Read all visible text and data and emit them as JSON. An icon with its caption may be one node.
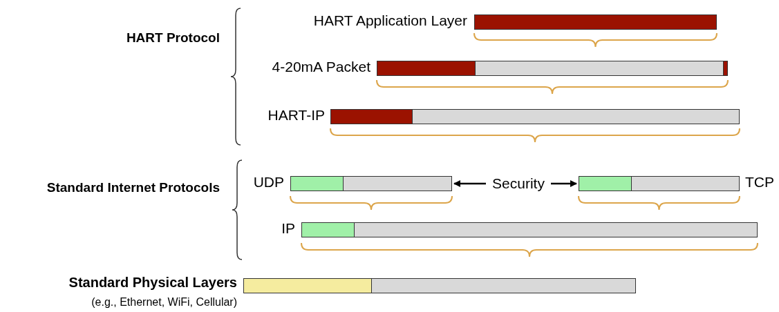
{
  "diagram": {
    "nodes": [
      {
        "text": [
          "HART Application Layer"
        ]
      },
      {
        "text": [
          "4-20mA Packet"
        ]
      },
      {
        "text": [
          "HART-IP"
        ]
      },
      {
        "text": [
          "UDP"
        ]
      },
      {
        "text": [
          "Security"
        ]
      },
      {
        "text": [
          "TCP"
        ]
      },
      {
        "text": [
          "IP"
        ]
      },
      {
        "text": [
          "Standard Physical Layers",
          "(e.g., Ethernet, WiFi, Cellular)"
        ]
      }
    ],
    "edges": [
      {
        "from": 4,
        "to": 3,
        "arrow": "to"
      },
      {
        "from": 4,
        "to": 5,
        "arrow": "to"
      }
    ],
    "labels": [
      "HART Protocol",
      "Standard Internet Protocols"
    ]
  }
}
